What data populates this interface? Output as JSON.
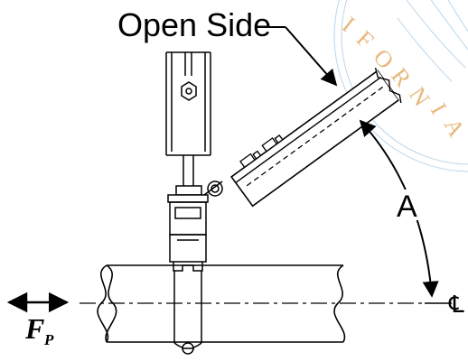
{
  "labels": {
    "open_side": "Open Side",
    "angle": "A",
    "centerline": "℄",
    "force": "F",
    "force_subscript": "P"
  },
  "watermark": {
    "text": "IFORNIA"
  },
  "colors": {
    "line": "#000000",
    "watermark_text": "#e7b87d",
    "watermark_lines": "#b9d6ea"
  }
}
